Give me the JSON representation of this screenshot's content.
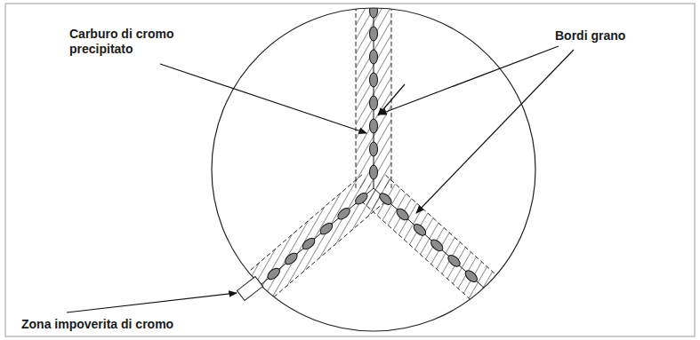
{
  "diagram": {
    "labels": [
      "Carburo di cromo precipitato",
      "Bordi grano",
      "Zona impoverita di cromo"
    ]
  }
}
